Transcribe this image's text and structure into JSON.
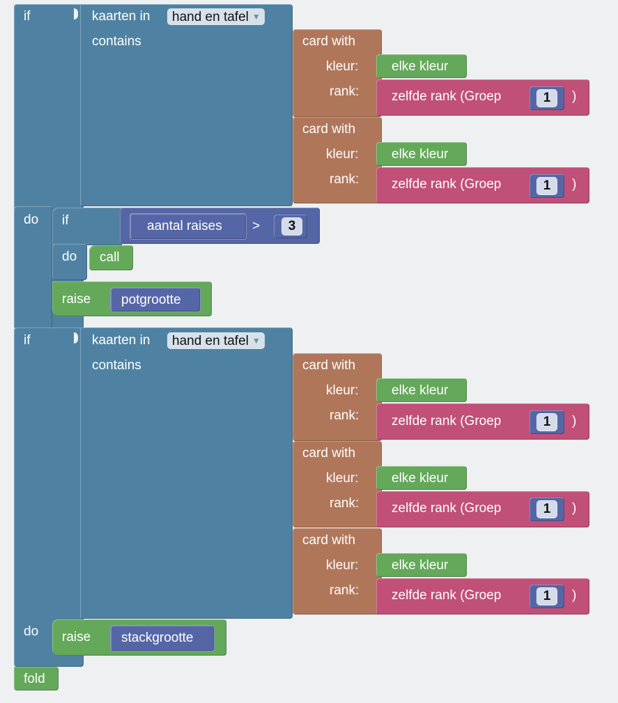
{
  "colors": {
    "logic": "#4f82a2",
    "card": "#b0765a",
    "green": "#64a85a",
    "pink": "#c05078",
    "number": "#5566a6",
    "workspace": "#eef0f2"
  },
  "labels": {
    "if": "if",
    "do": "do",
    "kaarten_in": "kaarten in",
    "contains": "contains",
    "card_with": "card with",
    "kleur": "kleur:",
    "rank": "rank:",
    "elke_kleur": "elke kleur",
    "zelfde_rank": "zelfde rank (Groep",
    "close_paren": ")",
    "call": "call",
    "raise": "raise",
    "fold": "fold",
    "gt": ">"
  },
  "blocks": {
    "if1": {
      "dropdown": "hand en tafel",
      "groups": [
        "1",
        "1"
      ],
      "nested_if": {
        "variable": "aantal raises",
        "number": "3"
      },
      "raise_variable": "potgrootte"
    },
    "if2": {
      "dropdown": "hand en tafel",
      "groups": [
        "1",
        "1",
        "1"
      ],
      "raise_variable": "stackgrootte"
    }
  },
  "icons": {
    "dropdown": "dropdown-arrow-icon"
  }
}
